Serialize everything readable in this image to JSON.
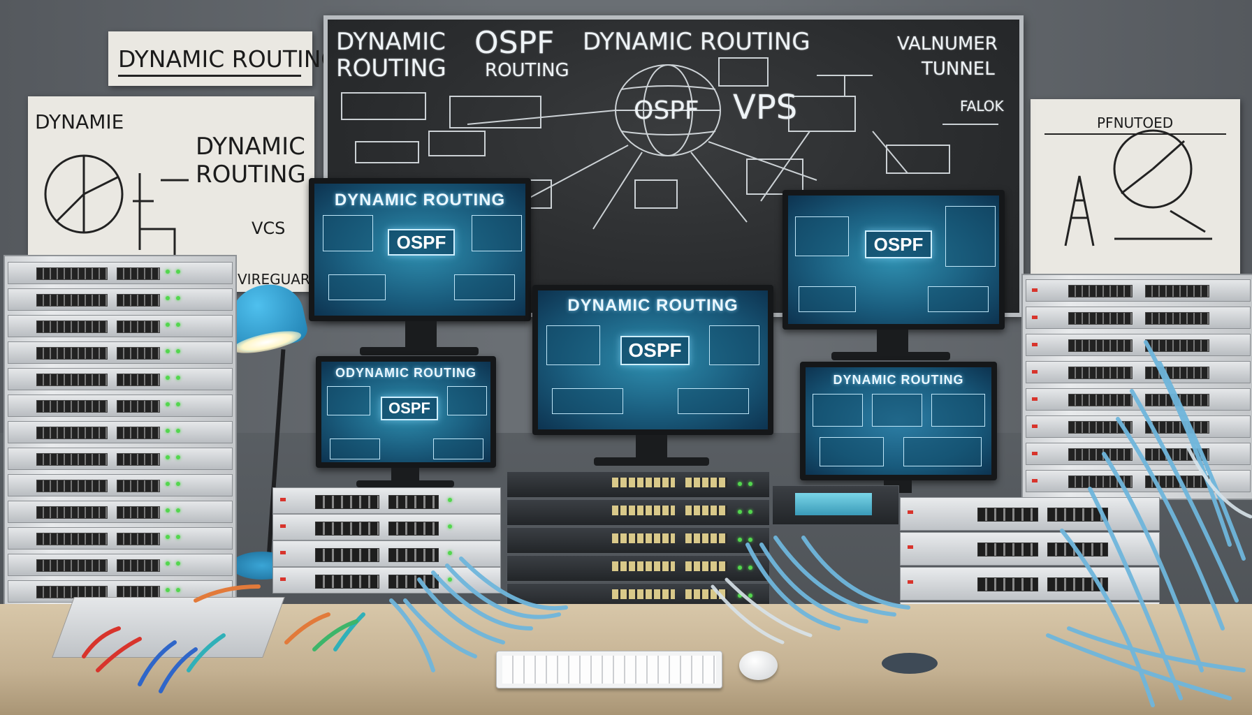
{
  "scene": {
    "whiteboard": {
      "headline_left": "DYNAMIC",
      "headline_left2": "ROUTING",
      "headline_center": "OSPF",
      "headline_right": "DYNAMIC ROUTING",
      "subtitle": "ROUTING",
      "top_right": "VALNUMER",
      "tunnel": "TUNNEL",
      "failover": "FALOK",
      "globe": "OSPF",
      "vps": "VPS"
    },
    "left_poster": {
      "banner": "DYNAMIC ROUTING",
      "small_heading": "DYNAMIE",
      "title_line1": "DYNAMIC",
      "title_line2": "ROUTING",
      "vcs": "VCS",
      "wireguard": "VIREGUARD"
    },
    "right_poster": {
      "heading": "PFNUTOED"
    },
    "monitors": [
      {
        "title": "DYNAMIC ROUTING",
        "center": "OSPF"
      },
      {
        "title": "DYNAMIC ROUTING",
        "center": "OSPF"
      },
      {
        "title": "",
        "center": "OSPF"
      },
      {
        "title": "ODYNAMIC ROUTING",
        "center": "OSPF"
      },
      {
        "title": "DYNAMIC ROUTING",
        "center": ""
      }
    ]
  },
  "colors": {
    "screen_glow": "#2f8fb0",
    "chalkboard": "#2a2c2e",
    "lamp": "#2f9fd0",
    "cable_blue": "#6fb6dc",
    "desk": "#c9b79a"
  }
}
